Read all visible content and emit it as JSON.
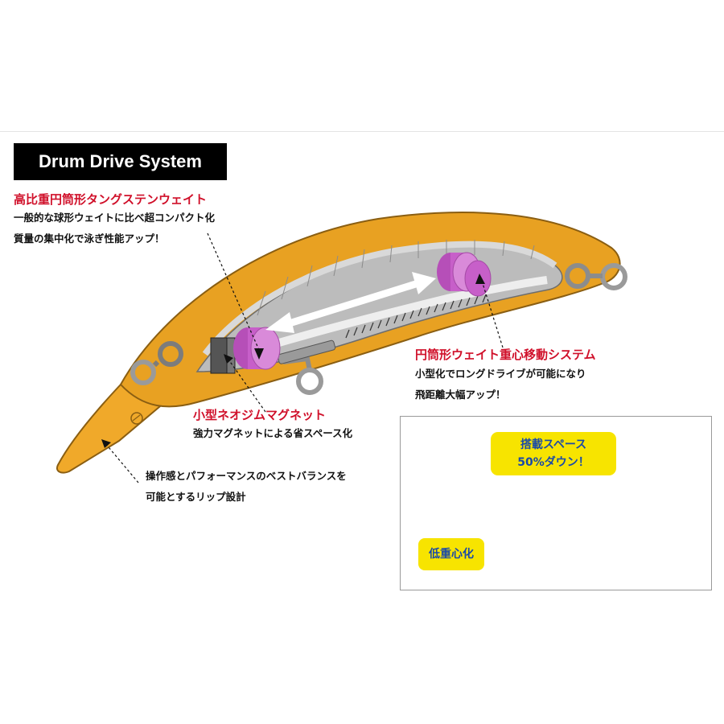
{
  "title": "Drum Drive System",
  "features": {
    "tungsten": {
      "heading": "高比重円筒形タングステンウェイト",
      "lines": [
        "一般的な球形ウェイトに比べ超コンパクト化",
        "質量の集中化で泳ぎ性能アップ！"
      ]
    },
    "weight_transfer": {
      "heading": "円筒形ウェイト重心移動システム",
      "lines": [
        "小型化でロングドライブが可能になり",
        "飛距離大幅アップ！"
      ]
    },
    "magnet": {
      "heading": "小型ネオジムマグネット",
      "lines": [
        "強力マグネットによる省スペース化"
      ]
    },
    "lip": {
      "lines": [
        "操作感とパフォーマンスのベストバランスを",
        "可能とするリップ設計"
      ]
    }
  },
  "comparison": {
    "space_badge": [
      "搭載スペース",
      "50%ダウン！"
    ],
    "low_cg_badge": "低重心化"
  },
  "colors": {
    "lure_body": "#e8a122",
    "weight": "#c75fc9",
    "heading": "#d0102a",
    "badge_bg": "#f7e400",
    "badge_text": "#1a4aa8"
  }
}
